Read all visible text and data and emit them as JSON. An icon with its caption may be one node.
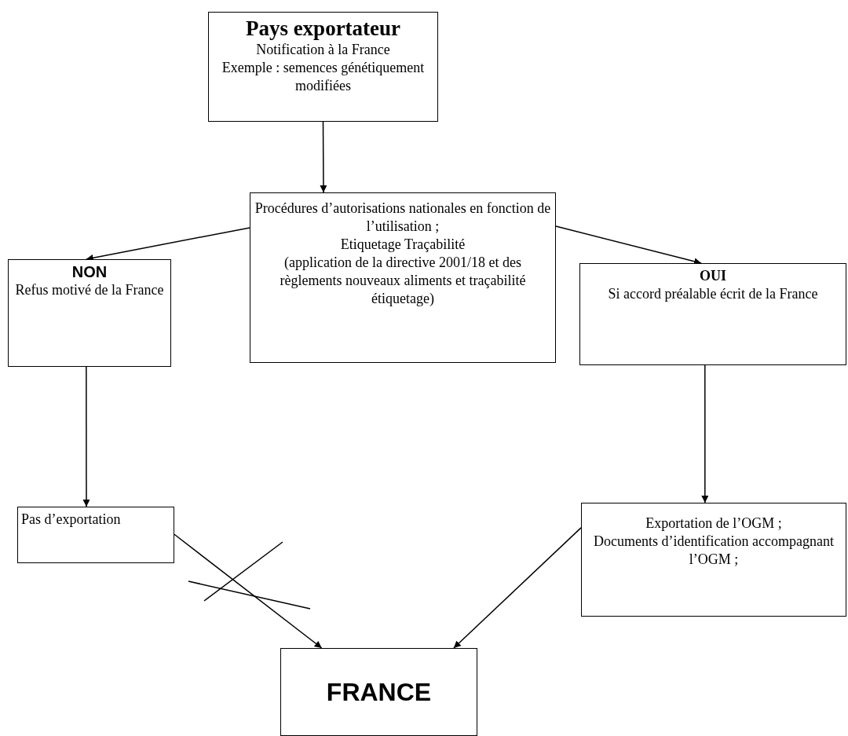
{
  "diagram": {
    "nodes": [
      {
        "text": [
          "Pays exportateur",
          "Notification à la France",
          "Exemple : semences génétiquement modifiées"
        ]
      },
      {
        "text": [
          "Procédures d’autorisations nationales en fonction de l’utilisation ;",
          "Etiquetage Traçabilité",
          "(application de la directive 2001/18 et des règlements nouveaux aliments et traçabilité étiquetage)"
        ]
      },
      {
        "text": [
          "NON",
          "Refus motivé de la France"
        ]
      },
      {
        "text": [
          "OUI",
          "Si accord préalable écrit de la France"
        ]
      },
      {
        "text": [
          "Pas d’exportation"
        ]
      },
      {
        "text": [
          "Exportation de l’OGM ;",
          "Documents d’identification accompagnant l’OGM ;"
        ]
      },
      {
        "text": [
          "FRANCE"
        ]
      }
    ],
    "edges": [
      {
        "from": 0,
        "to": 1,
        "arrow": "to"
      },
      {
        "from": 1,
        "to": 2,
        "arrow": "to"
      },
      {
        "from": 1,
        "to": 3,
        "arrow": "to"
      },
      {
        "from": 2,
        "to": 4,
        "arrow": "to"
      },
      {
        "from": 3,
        "to": 5,
        "arrow": "to"
      },
      {
        "from": 4,
        "to": 6,
        "arrow": "to"
      },
      {
        "from": 5,
        "to": 6,
        "arrow": "to"
      }
    ]
  }
}
